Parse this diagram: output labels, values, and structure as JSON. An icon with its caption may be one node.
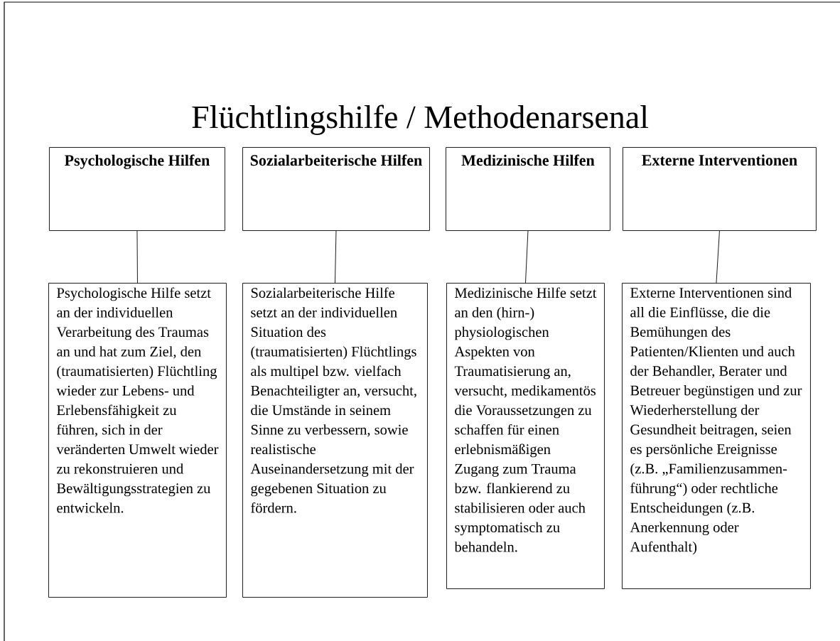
{
  "diagram": {
    "title": "Flüchtlingshilfe / Methodenarsenal",
    "nodes": [
      {
        "text": [
          "Psychologische Hilfen"
        ]
      },
      {
        "text": [
          "Sozialarbeiterische Hilfen"
        ]
      },
      {
        "text": [
          "Medizinische Hilfen"
        ]
      },
      {
        "text": [
          "Externe Interventionen"
        ]
      },
      {
        "text": [
          "Psychologische Hilfe setzt an der individuellen Verarbeitung des Traumas an und hat zum Ziel, den (traumatisierten) Flüchtling wieder zur Lebens- und Erlebensfähigkeit zu führen, sich in der veränderten Umwelt wieder zu rekonstruieren und Bewältigungsstrategien zu entwickeln."
        ]
      },
      {
        "text": [
          "Sozialarbeiterische Hilfe setzt an der individuellen Situation des (traumatisierten) Flüchtlings als multipel bzw. vielfach Benachteiligter an, versucht, die Umstände in seinem Sinne zu verbessern, sowie realistische Auseinandersetzung mit der gegebenen Situation zu fördern."
        ]
      },
      {
        "text": [
          "Medizinische Hilfe setzt an den (hirn-) physiologischen Aspekten von Traumatisierung an, versucht, medikamentös die Voraussetzungen zu schaffen für einen erlebnismäßigen Zugang zum Trauma bzw. flankierend zu stabilisieren oder auch symptomatisch zu behandeln."
        ]
      },
      {
        "text": [
          "Externe Interventionen sind all die Einflüsse, die die Bemühungen des Patienten/Klienten und auch der Behandler, Berater und Betreuer begünstigen und zur Wiederherstellung der Gesundheit beitragen, seien es persönliche Ereignisse (z.B. „Familienzusammen- führung“) oder rechtliche Entscheidungen (z.B. Anerkennung oder Aufenthalt)"
        ]
      }
    ],
    "edges": [
      {
        "from": 0,
        "to": 4,
        "arrow": "none"
      },
      {
        "from": 1,
        "to": 5,
        "arrow": "none"
      },
      {
        "from": 2,
        "to": 6,
        "arrow": "none"
      },
      {
        "from": 3,
        "to": 7,
        "arrow": "none"
      }
    ]
  }
}
